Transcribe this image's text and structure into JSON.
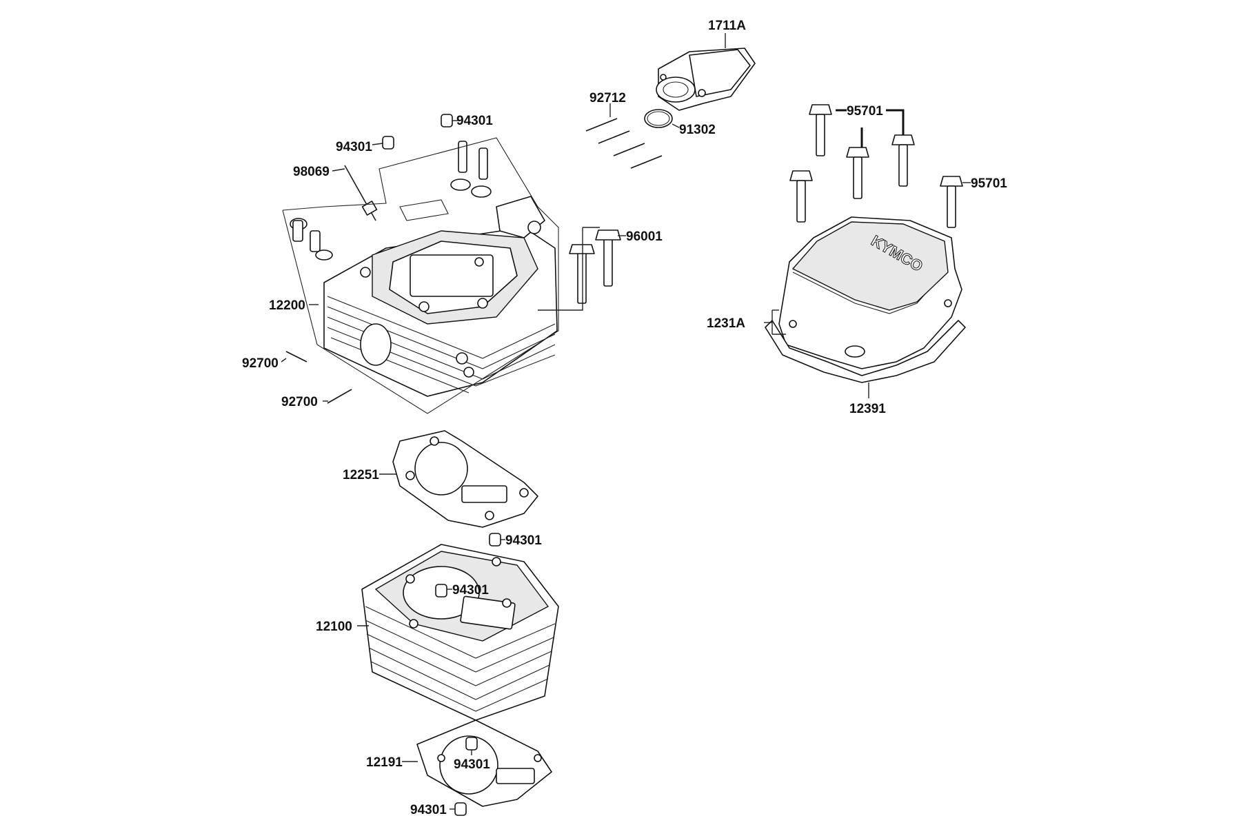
{
  "labels": {
    "p1711A": "1711A",
    "p92712": "92712",
    "p91302": "91302",
    "p94301_top": "94301",
    "p94301_left": "94301",
    "p98069": "98069",
    "p96001": "96001",
    "p12200": "12200",
    "p92700_a": "92700",
    "p92700_b": "92700",
    "p12251": "12251",
    "p94301_mid": "94301",
    "p94301_cyl": "94301",
    "p12100": "12100",
    "p12191": "12191",
    "p94301_gasket": "94301",
    "p94301_bottom": "94301",
    "p95701_top": "95701",
    "p95701_right": "95701",
    "p1231A": "1231A",
    "p12391": "12391"
  },
  "cover_logo": "KYMCO"
}
